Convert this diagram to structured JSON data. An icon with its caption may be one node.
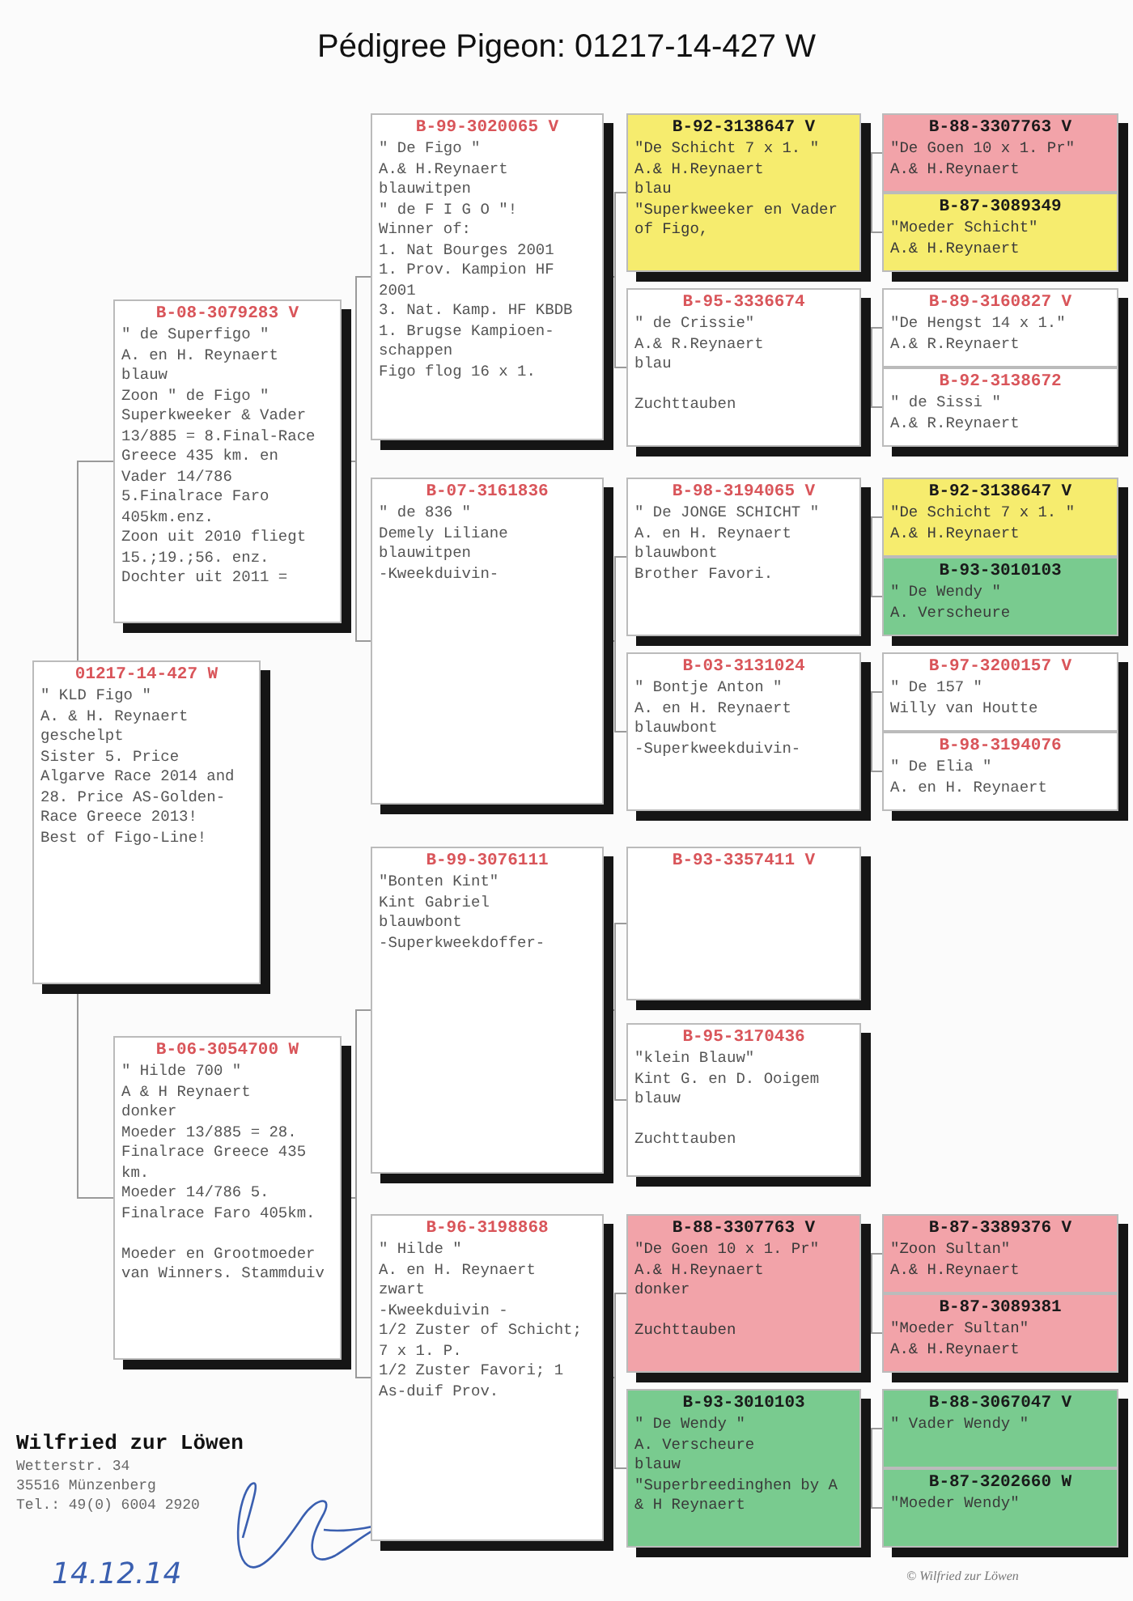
{
  "diagram": {
    "title": "Pédigree Pigeon: 01217-14-427 W",
    "nodes": [
      {
        "text": [
          "01217-14-427 W",
          "\" KLD Figo \"",
          "A. & H. Reynaert",
          "geschelpt",
          "Sister 5. Price Algarve Race 2014 and 28. Price AS-Golden-Race Greece 2013!",
          "Best of Figo-Line!"
        ]
      },
      {
        "text": [
          "B-08-3079283 V",
          "\" de Superfigo \"",
          "A. en H. Reynaert",
          "blauw",
          "Zoon \" de Figo \"",
          "Superkweeker & Vader 13/885 = 8.Final-Race Greece 435 km. en Vader 14/786 5.Finalrace Faro 405km.enz.",
          "Zoon uit 2010 fliegt 15.;19.;56. enz.",
          "Dochter uit 2011 ="
        ]
      },
      {
        "text": [
          "B-06-3054700 W",
          "\" Hilde 700 \"",
          "A & H Reynaert",
          "donker",
          "Moeder 13/885 = 28. Finalrace Greece 435 km.",
          "Moeder 14/786 5. Finalrace Faro 405km.",
          "Moeder en Grootmoeder van Winners. Stammduiv"
        ]
      },
      {
        "text": [
          "B-99-3020065 V",
          "\" De Figo \"",
          "A.& H.Reynaert",
          "blauwitpen",
          "\" de F I G O \"!",
          "Winner of:",
          "1. Nat Bourges 2001",
          "1. Prov. Kampion HF 2001",
          "3. Nat. Kamp. HF KBDB",
          "1. Brugse Kampioen-schappen",
          "Figo flog 16 x 1."
        ]
      },
      {
        "text": [
          "B-07-3161836",
          "\" de 836 \"",
          "Demely Liliane",
          "blauwitpen",
          "-Kweekduivin-"
        ]
      },
      {
        "text": [
          "B-99-3076111",
          "\"Bonten Kint\"",
          "Kint Gabriel",
          "blauwbont",
          "-Superkweekdoffer-"
        ]
      },
      {
        "text": [
          "B-96-3198868",
          "\" Hilde \"",
          "A. en H. Reynaert",
          "zwart",
          "-Kweekduivin -",
          "1/2 Zuster of Schicht; 7 x 1. P.",
          "1/2 Zuster Favori; 1 As-duif Prov."
        ]
      },
      {
        "text": [
          "B-92-3138647 V",
          "\"De Schicht 7 x 1. \"",
          "A.& H.Reynaert",
          "blau",
          "\"Superkweeker en Vader of Figo,"
        ]
      },
      {
        "text": [
          "B-95-3336674",
          "\" de Crissie\"",
          "A.& R.Reynaert",
          "blau",
          "Zuchttauben"
        ]
      },
      {
        "text": [
          "B-98-3194065 V",
          "\" De JONGE SCHICHT \"",
          "A. en H. Reynaert",
          "blauwbont",
          "Brother Favori."
        ]
      },
      {
        "text": [
          "B-03-3131024",
          "\" Bontje Anton \"",
          "A. en H. Reynaert",
          "blauwbont",
          "-Superkweekduivin-"
        ]
      },
      {
        "text": [
          "B-93-3357411 V"
        ]
      },
      {
        "text": [
          "B-95-3170436",
          "\"klein Blauw\"",
          "Kint G. en D. Ooigem",
          "blauw",
          "Zuchttauben"
        ]
      },
      {
        "text": [
          "B-88-3307763 V",
          "\"De Goen 10 x 1. Pr\"",
          "A.& H.Reynaert",
          "donker",
          "Zuchttauben"
        ]
      },
      {
        "text": [
          "B-93-3010103",
          "\" De Wendy \"",
          "A. Verscheure",
          "blauw",
          "\"Superbreedinghen by A & H Reynaert"
        ]
      },
      {
        "text": [
          "B-88-3307763 V",
          "\"De Goen 10 x 1. Pr\"",
          "A.& H.Reynaert"
        ]
      },
      {
        "text": [
          "B-87-3089349",
          "\"Moeder Schicht\"",
          "A.& H.Reynaert"
        ]
      },
      {
        "text": [
          "B-89-3160827 V",
          "\"De Hengst 14 x 1.\"",
          "A.& R.Reynaert"
        ]
      },
      {
        "text": [
          "B-92-3138672",
          "\" de Sissi \"",
          "A.& R.Reynaert"
        ]
      },
      {
        "text": [
          "B-92-3138647 V",
          "\"De Schicht 7 x 1. \"",
          "A.& H.Reynaert"
        ]
      },
      {
        "text": [
          "B-93-3010103",
          "\" De Wendy \"",
          "A. Verscheure"
        ]
      },
      {
        "text": [
          "B-97-3200157 V",
          "\" De 157 \"",
          "Willy van Houtte"
        ]
      },
      {
        "text": [
          "B-98-3194076",
          "\" De Elia \"",
          "A. en H. Reynaert"
        ]
      },
      {
        "text": [
          "B-87-3389376 V",
          "\"Zoon Sultan\"",
          "A.& H.Reynaert"
        ]
      },
      {
        "text": [
          "B-87-3089381",
          "\"Moeder Sultan\"",
          "A.& H.Reynaert"
        ]
      },
      {
        "text": [
          "B-88-3067047 V",
          "\" Vader Wendy \""
        ]
      },
      {
        "text": [
          "B-87-3202660 W",
          "\"Moeder Wendy\""
        ]
      }
    ],
    "edges": [
      {
        "from": 0,
        "to": 1,
        "arrow": "none"
      },
      {
        "from": 0,
        "to": 2,
        "arrow": "none"
      },
      {
        "from": 1,
        "to": 3,
        "arrow": "none"
      },
      {
        "from": 1,
        "to": 4,
        "arrow": "none"
      },
      {
        "from": 2,
        "to": 5,
        "arrow": "none"
      },
      {
        "from": 2,
        "to": 6,
        "arrow": "none"
      },
      {
        "from": 3,
        "to": 7,
        "arrow": "none"
      },
      {
        "from": 3,
        "to": 8,
        "arrow": "none"
      },
      {
        "from": 4,
        "to": 9,
        "arrow": "none"
      },
      {
        "from": 4,
        "to": 10,
        "arrow": "none"
      },
      {
        "from": 5,
        "to": 11,
        "arrow": "none"
      },
      {
        "from": 5,
        "to": 12,
        "arrow": "none"
      },
      {
        "from": 6,
        "to": 13,
        "arrow": "none"
      },
      {
        "from": 6,
        "to": 14,
        "arrow": "none"
      },
      {
        "from": 7,
        "to": 15,
        "arrow": "none"
      },
      {
        "from": 7,
        "to": 16,
        "arrow": "none"
      },
      {
        "from": 8,
        "to": 17,
        "arrow": "none"
      },
      {
        "from": 8,
        "to": 18,
        "arrow": "none"
      },
      {
        "from": 9,
        "to": 19,
        "arrow": "none"
      },
      {
        "from": 9,
        "to": 20,
        "arrow": "none"
      },
      {
        "from": 10,
        "to": 21,
        "arrow": "none"
      },
      {
        "from": 10,
        "to": 22,
        "arrow": "none"
      },
      {
        "from": 13,
        "to": 23,
        "arrow": "none"
      },
      {
        "from": 13,
        "to": 24,
        "arrow": "none"
      },
      {
        "from": 14,
        "to": 25,
        "arrow": "none"
      },
      {
        "from": 14,
        "to": 26,
        "arrow": "none"
      }
    ],
    "labels": [
      "Wilfried zur Löwen",
      "Wetterstr. 34",
      "35516 Münzenberg",
      "Tel.: 49(0) 6004 2920",
      "14.12.14",
      "© Wilfried zur Löwen"
    ]
  }
}
